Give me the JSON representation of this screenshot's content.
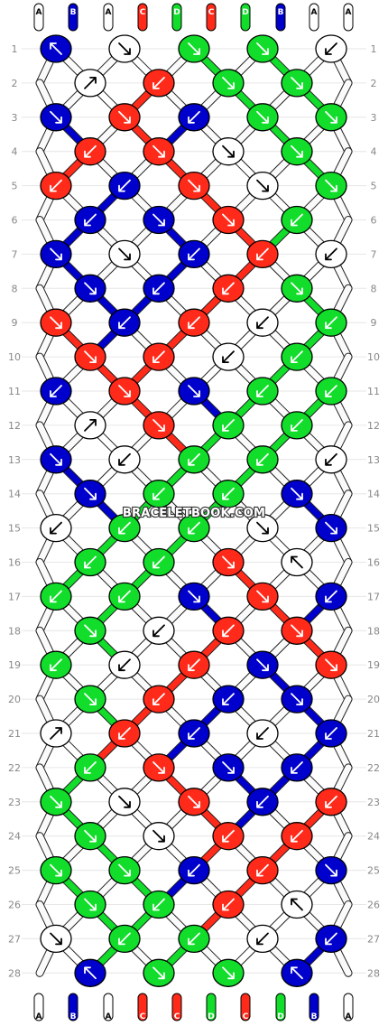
{
  "pattern": {
    "watermark": "BRACELETBOOK.COM",
    "colors": {
      "A": "#ffffff",
      "B": "#0000cc",
      "C": "#ff2a1a",
      "D": "#11dd2a"
    },
    "top_strands": [
      "A",
      "B",
      "A",
      "C",
      "D",
      "C",
      "D",
      "B",
      "A",
      "A"
    ],
    "bottom_strands": [
      "A",
      "B",
      "A",
      "C",
      "C",
      "D",
      "C",
      "D",
      "B",
      "A"
    ],
    "rows": [
      {
        "n": "1",
        "knots": [
          [
            "B",
            "nw"
          ],
          [
            "A",
            "se"
          ],
          [
            "D",
            "se"
          ],
          [
            "D",
            "se"
          ],
          [
            "A",
            "sw"
          ]
        ]
      },
      {
        "n": "2",
        "knots": [
          [
            "A",
            "ne"
          ],
          [
            "C",
            "sw"
          ],
          [
            "D",
            "se"
          ],
          [
            "D",
            "se"
          ]
        ]
      },
      {
        "n": "3",
        "knots": [
          [
            "B",
            "se"
          ],
          [
            "C",
            "se"
          ],
          [
            "B",
            "sw"
          ],
          [
            "D",
            "se"
          ],
          [
            "D",
            "se"
          ]
        ]
      },
      {
        "n": "4",
        "knots": [
          [
            "C",
            "sw"
          ],
          [
            "C",
            "se"
          ],
          [
            "A",
            "se"
          ],
          [
            "D",
            "se"
          ]
        ]
      },
      {
        "n": "5",
        "knots": [
          [
            "C",
            "sw"
          ],
          [
            "B",
            "sw"
          ],
          [
            "C",
            "se"
          ],
          [
            "A",
            "se"
          ],
          [
            "D",
            "se"
          ]
        ]
      },
      {
        "n": "6",
        "knots": [
          [
            "B",
            "sw"
          ],
          [
            "B",
            "se"
          ],
          [
            "C",
            "se"
          ],
          [
            "D",
            "sw"
          ]
        ]
      },
      {
        "n": "7",
        "knots": [
          [
            "B",
            "se"
          ],
          [
            "A",
            "se"
          ],
          [
            "B",
            "sw"
          ],
          [
            "C",
            "sw"
          ],
          [
            "A",
            "sw"
          ]
        ]
      },
      {
        "n": "8",
        "knots": [
          [
            "B",
            "se"
          ],
          [
            "B",
            "sw"
          ],
          [
            "C",
            "sw"
          ],
          [
            "D",
            "se"
          ]
        ]
      },
      {
        "n": "9",
        "knots": [
          [
            "C",
            "se"
          ],
          [
            "B",
            "sw"
          ],
          [
            "C",
            "sw"
          ],
          [
            "A",
            "sw"
          ],
          [
            "D",
            "sw"
          ]
        ]
      },
      {
        "n": "10",
        "knots": [
          [
            "C",
            "se"
          ],
          [
            "C",
            "sw"
          ],
          [
            "A",
            "sw"
          ],
          [
            "D",
            "sw"
          ]
        ]
      },
      {
        "n": "11",
        "knots": [
          [
            "B",
            "sw"
          ],
          [
            "C",
            "se"
          ],
          [
            "B",
            "se"
          ],
          [
            "D",
            "sw"
          ],
          [
            "D",
            "sw"
          ]
        ]
      },
      {
        "n": "12",
        "knots": [
          [
            "A",
            "ne"
          ],
          [
            "C",
            "se"
          ],
          [
            "D",
            "sw"
          ],
          [
            "D",
            "sw"
          ]
        ]
      },
      {
        "n": "13",
        "knots": [
          [
            "B",
            "se"
          ],
          [
            "A",
            "sw"
          ],
          [
            "D",
            "sw"
          ],
          [
            "D",
            "sw"
          ],
          [
            "A",
            "sw"
          ]
        ]
      },
      {
        "n": "14",
        "knots": [
          [
            "B",
            "se"
          ],
          [
            "D",
            "sw"
          ],
          [
            "D",
            "sw"
          ],
          [
            "B",
            "se"
          ]
        ]
      },
      {
        "n": "15",
        "knots": [
          [
            "A",
            "sw"
          ],
          [
            "D",
            "sw"
          ],
          [
            "D",
            "sw"
          ],
          [
            "A",
            "se"
          ],
          [
            "B",
            "se"
          ]
        ]
      },
      {
        "n": "16",
        "knots": [
          [
            "D",
            "sw"
          ],
          [
            "D",
            "sw"
          ],
          [
            "C",
            "se"
          ],
          [
            "A",
            "nw"
          ]
        ]
      },
      {
        "n": "17",
        "knots": [
          [
            "D",
            "sw"
          ],
          [
            "D",
            "sw"
          ],
          [
            "B",
            "se"
          ],
          [
            "C",
            "se"
          ],
          [
            "B",
            "sw"
          ]
        ]
      },
      {
        "n": "18",
        "knots": [
          [
            "D",
            "se"
          ],
          [
            "A",
            "sw"
          ],
          [
            "C",
            "sw"
          ],
          [
            "C",
            "se"
          ]
        ]
      },
      {
        "n": "19",
        "knots": [
          [
            "D",
            "sw"
          ],
          [
            "A",
            "sw"
          ],
          [
            "C",
            "sw"
          ],
          [
            "B",
            "se"
          ],
          [
            "C",
            "se"
          ]
        ]
      },
      {
        "n": "20",
        "knots": [
          [
            "D",
            "se"
          ],
          [
            "C",
            "sw"
          ],
          [
            "B",
            "sw"
          ],
          [
            "B",
            "se"
          ]
        ]
      },
      {
        "n": "21",
        "knots": [
          [
            "A",
            "ne"
          ],
          [
            "C",
            "sw"
          ],
          [
            "B",
            "sw"
          ],
          [
            "A",
            "sw"
          ],
          [
            "B",
            "sw"
          ]
        ]
      },
      {
        "n": "22",
        "knots": [
          [
            "D",
            "sw"
          ],
          [
            "C",
            "se"
          ],
          [
            "B",
            "se"
          ],
          [
            "B",
            "sw"
          ]
        ]
      },
      {
        "n": "23",
        "knots": [
          [
            "D",
            "se"
          ],
          [
            "A",
            "se"
          ],
          [
            "C",
            "se"
          ],
          [
            "B",
            "sw"
          ],
          [
            "C",
            "sw"
          ]
        ]
      },
      {
        "n": "24",
        "knots": [
          [
            "D",
            "se"
          ],
          [
            "A",
            "se"
          ],
          [
            "C",
            "sw"
          ],
          [
            "C",
            "sw"
          ]
        ]
      },
      {
        "n": "25",
        "knots": [
          [
            "D",
            "se"
          ],
          [
            "D",
            "se"
          ],
          [
            "B",
            "sw"
          ],
          [
            "C",
            "sw"
          ],
          [
            "B",
            "se"
          ]
        ]
      },
      {
        "n": "26",
        "knots": [
          [
            "D",
            "se"
          ],
          [
            "D",
            "sw"
          ],
          [
            "C",
            "sw"
          ],
          [
            "A",
            "nw"
          ]
        ]
      },
      {
        "n": "27",
        "knots": [
          [
            "A",
            "se"
          ],
          [
            "D",
            "sw"
          ],
          [
            "D",
            "sw"
          ],
          [
            "A",
            "sw"
          ],
          [
            "B",
            "sw"
          ]
        ]
      },
      {
        "n": "28",
        "knots": [
          [
            "B",
            "nw"
          ],
          [
            "D",
            "se"
          ],
          [
            "D",
            "se"
          ],
          [
            "B",
            "nw"
          ]
        ]
      }
    ]
  }
}
